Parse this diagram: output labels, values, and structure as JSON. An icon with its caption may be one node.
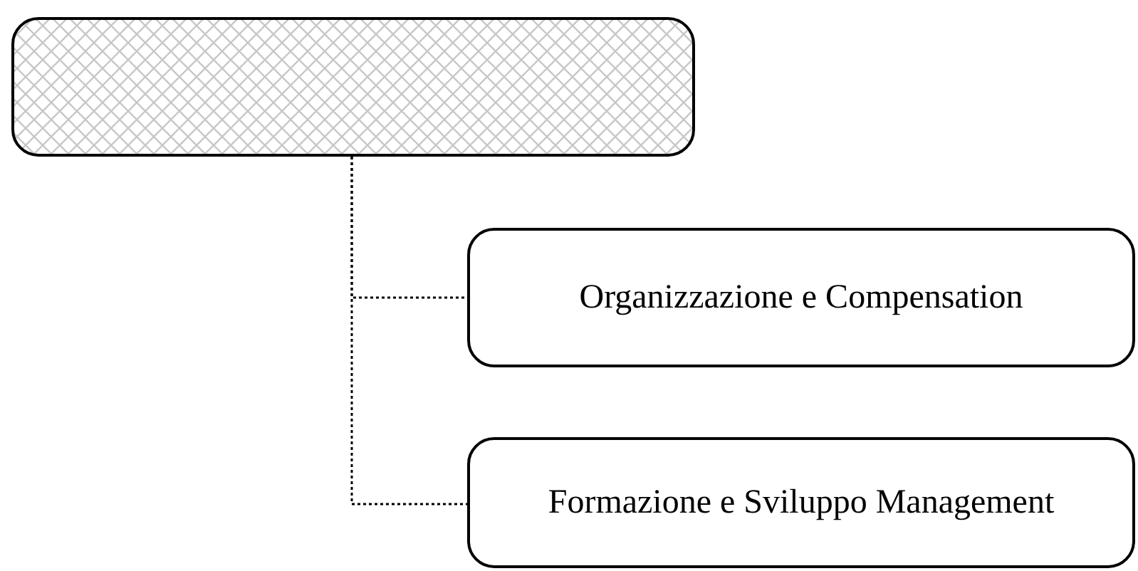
{
  "diagram": {
    "nodes": [
      {
        "text": [],
        "shape": "box"
      },
      {
        "text": [
          "Organizzazione e Compensation"
        ]
      },
      {
        "text": [
          "Formazione e Sviluppo Management"
        ]
      }
    ],
    "edges": [
      {
        "from": 0,
        "to": 1,
        "arrow": "none",
        "style": "dashed"
      },
      {
        "from": 0,
        "to": 2,
        "arrow": "none",
        "style": "dashed"
      }
    ]
  }
}
